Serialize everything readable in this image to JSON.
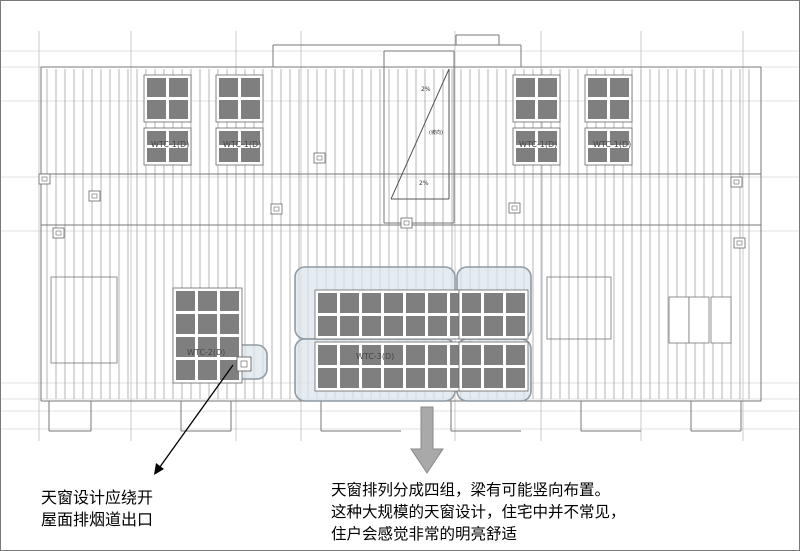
{
  "plan": {
    "slope_top": "2%",
    "slope_bottom": "2%",
    "slope_note": "(坡向)",
    "skylight_labels": [
      "WTC-1(D)",
      "WTC-1(D)",
      "WTC-1(D)",
      "WTC-1(D)",
      "WTC-2(D)",
      "WTC-3(D)"
    ]
  },
  "annotations": {
    "left_line1": "天窗设计应绕开",
    "left_line2": "屋面排烟道出口",
    "right_line1": "天窗排列分成四组，梁有可能竖向布置。",
    "right_line2": "这种大规模的天窗设计，住宅中并不常见，",
    "right_line3": "住户会感觉非常的明亮舒适"
  },
  "colors": {
    "line": "#8c8c8c",
    "glass": "#7f7f7f",
    "highlight_fill": "#dbe6ee",
    "highlight_stroke": "#8f9aa3",
    "arrow": "#a9a9a9"
  }
}
